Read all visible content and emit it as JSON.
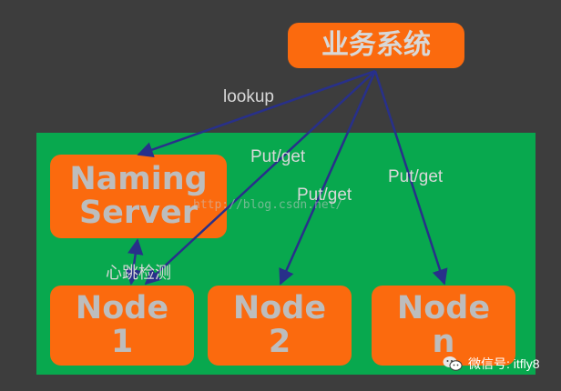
{
  "nodes": {
    "system": "业务系统",
    "naming_server": "Naming\nServer",
    "node1": "Node\n1",
    "node2": "Node\n2",
    "noden": "Node\nn"
  },
  "edges": {
    "lookup": "lookup",
    "putget_1": "Put/get",
    "putget_2": "Put/get",
    "putget_3": "Put/get",
    "heartbeat": "心跳检测"
  },
  "watermark": "http://blog.csdn.net/",
  "badge": {
    "text": "微信号: itfly8",
    "icon": "wechat-icon"
  },
  "colors": {
    "background": "#3d3d3d",
    "panel": "#08a84e",
    "box": "#fb6a0e",
    "arrow": "#28308a"
  }
}
